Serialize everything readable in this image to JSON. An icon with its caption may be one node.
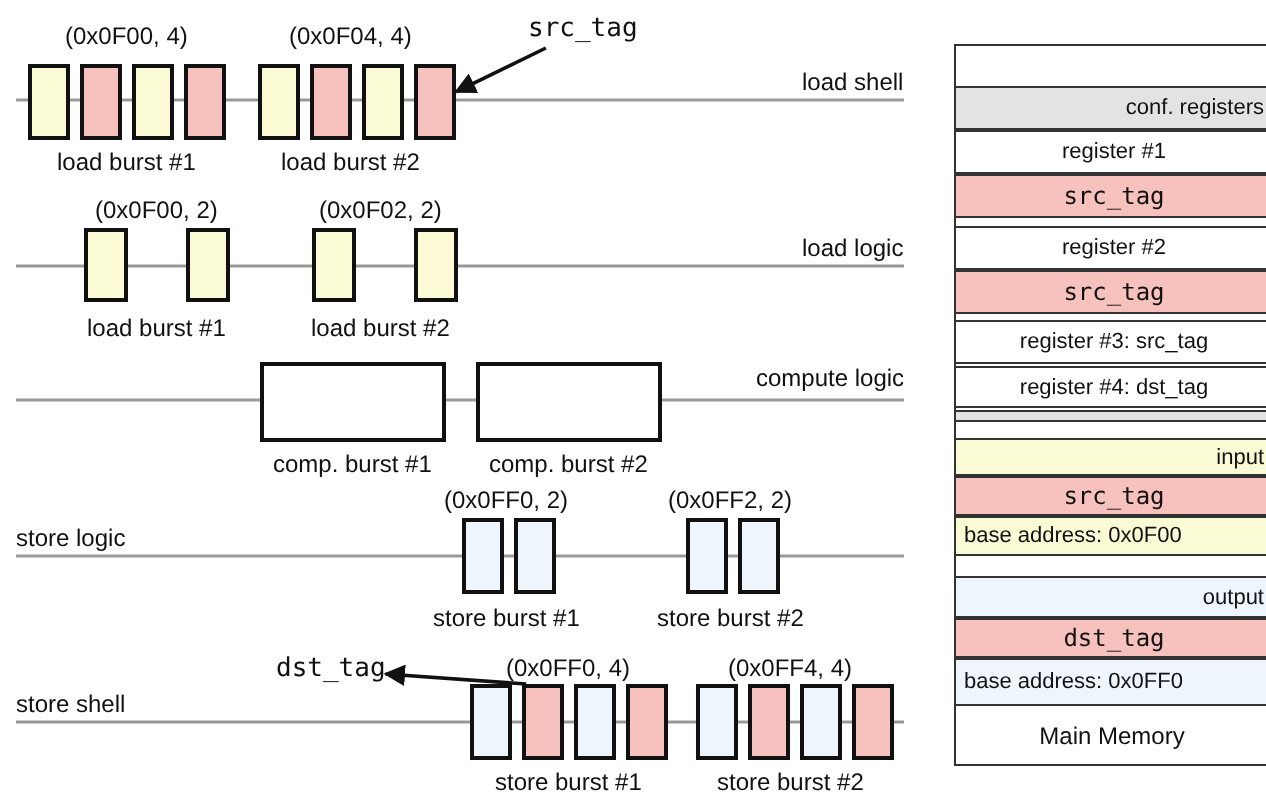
{
  "diagram": {
    "nodes": [
      {
        "text": [
          "src_tag"
        ]
      },
      {
        "text": [],
        "shape": "box"
      },
      {
        "text": [],
        "shape": "box"
      },
      {
        "text": [],
        "shape": "box"
      },
      {
        "text": [],
        "shape": "box"
      },
      {
        "text": [],
        "shape": "box"
      },
      {
        "text": [],
        "shape": "box"
      },
      {
        "text": [],
        "shape": "box"
      },
      {
        "text": [],
        "shape": "box"
      },
      {
        "text": [],
        "shape": "box"
      },
      {
        "text": [],
        "shape": "box"
      },
      {
        "text": [],
        "shape": "box"
      },
      {
        "text": [],
        "shape": "box"
      },
      {
        "text": [],
        "shape": "box"
      },
      {
        "text": [],
        "shape": "box"
      },
      {
        "text": [],
        "shape": "box"
      },
      {
        "text": [],
        "shape": "box"
      },
      {
        "text": [],
        "shape": "box"
      },
      {
        "text": [],
        "shape": "box"
      },
      {
        "text": [
          "dst_tag"
        ]
      },
      {
        "text": [],
        "shape": "box"
      },
      {
        "text": [],
        "shape": "box"
      },
      {
        "text": [],
        "shape": "box"
      },
      {
        "text": [],
        "shape": "box"
      },
      {
        "text": [],
        "shape": "box"
      },
      {
        "text": [],
        "shape": "box"
      },
      {
        "text": [],
        "shape": "box"
      },
      {
        "text": [],
        "shape": "box"
      },
      {
        "text": [
          "Main Memory"
        ]
      },
      {
        "text": [
          "conf. registers"
        ],
        "in": 28
      },
      {
        "text": [
          "register #1"
        ],
        "in": 28
      },
      {
        "text": [
          "src_tag"
        ],
        "in": 28
      },
      {
        "text": [
          "register #2"
        ],
        "in": 28
      },
      {
        "text": [
          "src_tag"
        ],
        "in": 28
      },
      {
        "text": [
          "register #3: src_tag"
        ],
        "in": 28
      },
      {
        "text": [
          "register #4: dst_tag"
        ],
        "in": 28
      },
      {
        "text": [
          "input"
        ],
        "in": 28
      },
      {
        "text": [
          "src_tag"
        ],
        "in": 28
      },
      {
        "text": [
          "base address: 0x0F00"
        ],
        "in": 28
      },
      {
        "text": [
          "output"
        ],
        "in": 28
      },
      {
        "text": [
          "dst_tag"
        ],
        "in": 28
      },
      {
        "text": [
          "base address: 0x0FF0"
        ],
        "in": 28
      }
    ],
    "edges": [
      {
        "from": 0,
        "to": 8,
        "arrow": "to"
      },
      {
        "from": 21,
        "to": 19,
        "arrow": "to"
      }
    ],
    "labels": [
      "(0x0F00, 4)",
      "(0x0F04, 4)",
      "load shell",
      "load burst #1",
      "load burst #2",
      "(0x0F00, 2)",
      "(0x0F02, 2)",
      "load logic",
      "load burst #1",
      "load burst #2",
      "compute logic",
      "comp. burst #1",
      "comp. burst #2",
      "(0x0FF0, 2)",
      "(0x0FF2, 2)",
      "store logic",
      "store burst #1",
      "store burst #2",
      "(0x0FF0, 4)",
      "(0x0FF4, 4)",
      "store shell",
      "store burst #1",
      "store burst #2"
    ]
  }
}
